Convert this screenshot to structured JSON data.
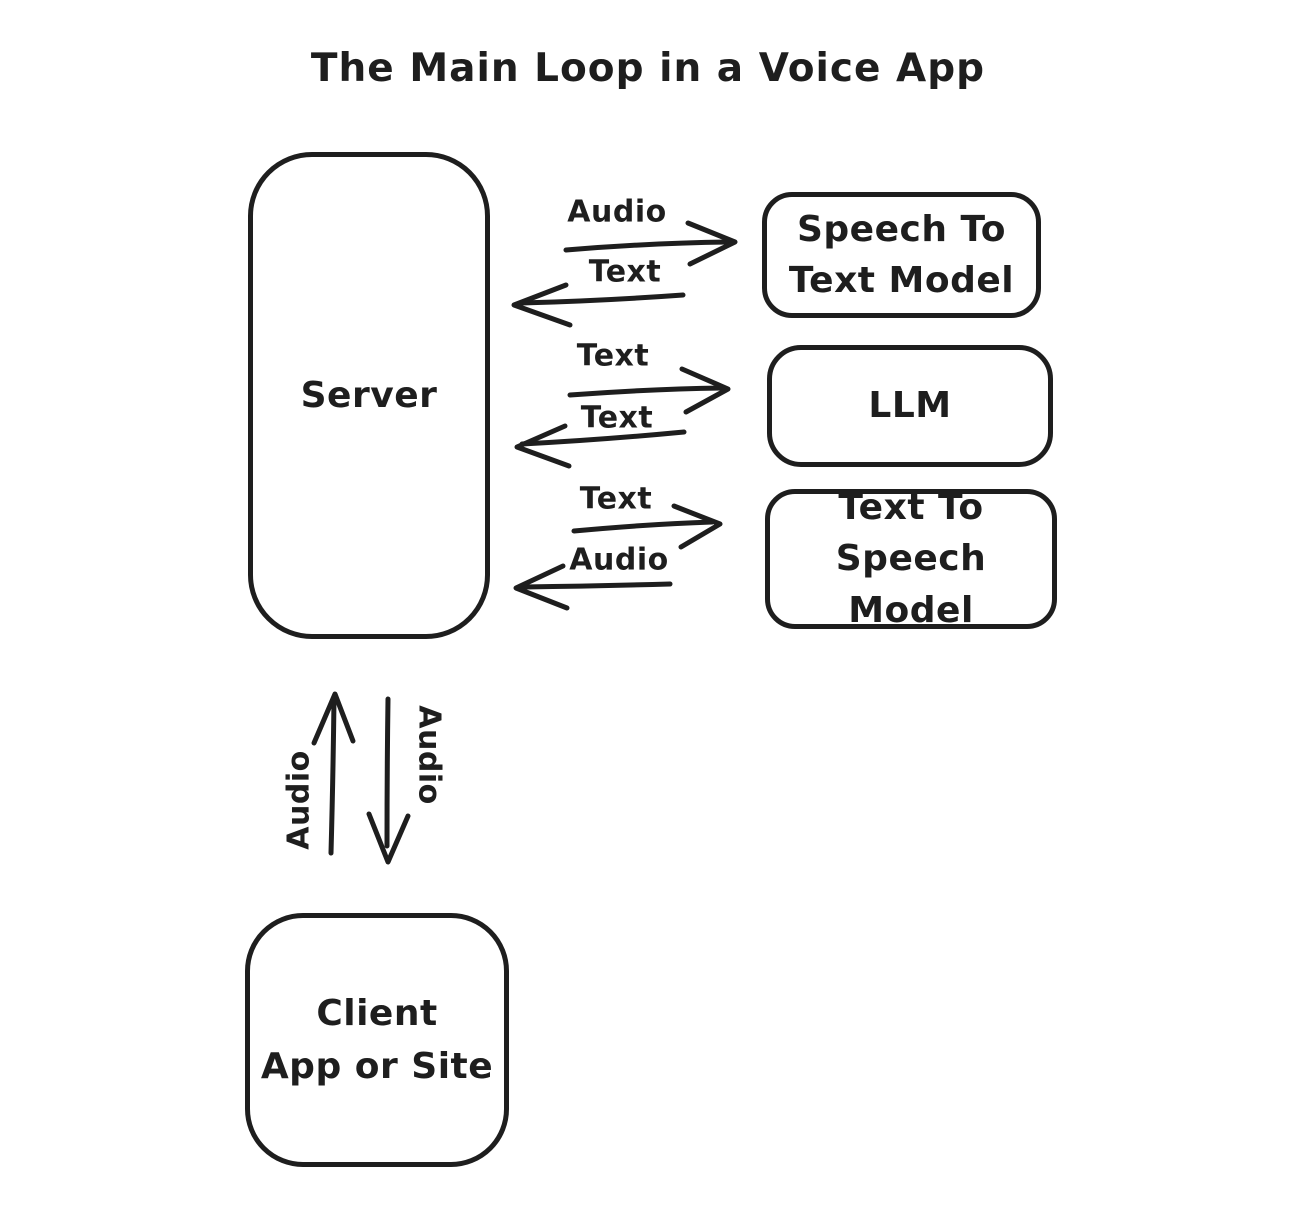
{
  "title": "The Main Loop in a Voice App",
  "colors": {
    "stroke": "#1e1e1e",
    "background": "#ffffff"
  },
  "nodes": {
    "server": {
      "lines": [
        "Server"
      ]
    },
    "speech_to_text": {
      "lines": [
        "Speech To",
        "Text Model"
      ]
    },
    "llm": {
      "lines": [
        "LLM"
      ]
    },
    "text_to_speech": {
      "lines": [
        "Text To",
        "Speech Model"
      ]
    },
    "client": {
      "lines": [
        "Client",
        "App or Site"
      ]
    }
  },
  "edges": {
    "server_to_stt": {
      "label": "Audio",
      "direction": "right"
    },
    "stt_to_server": {
      "label": "Text",
      "direction": "left"
    },
    "server_to_llm": {
      "label": "Text",
      "direction": "right"
    },
    "llm_to_server": {
      "label": "Text",
      "direction": "left"
    },
    "server_to_tts": {
      "label": "Text",
      "direction": "right"
    },
    "tts_to_server": {
      "label": "Audio",
      "direction": "left"
    },
    "client_to_server": {
      "label": "Audio",
      "direction": "up"
    },
    "server_to_client": {
      "label": "Audio",
      "direction": "down"
    }
  }
}
